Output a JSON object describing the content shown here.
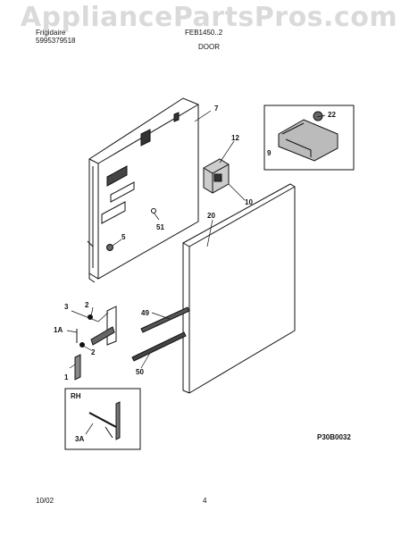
{
  "header": {
    "brand": "Frigidaire",
    "pub_no": "5995379518",
    "model": "FEB1450..2",
    "section": "DOOR"
  },
  "watermark": "AppliancePartsPros.com",
  "callouts": [
    "7",
    "22",
    "9",
    "12",
    "10",
    "20",
    "5",
    "51",
    "49",
    "2",
    "3",
    "1A",
    "2",
    "1",
    "50",
    "RH",
    "3A"
  ],
  "diagram_code": "P30B0032",
  "footer": {
    "date": "10/02",
    "page": "4"
  }
}
